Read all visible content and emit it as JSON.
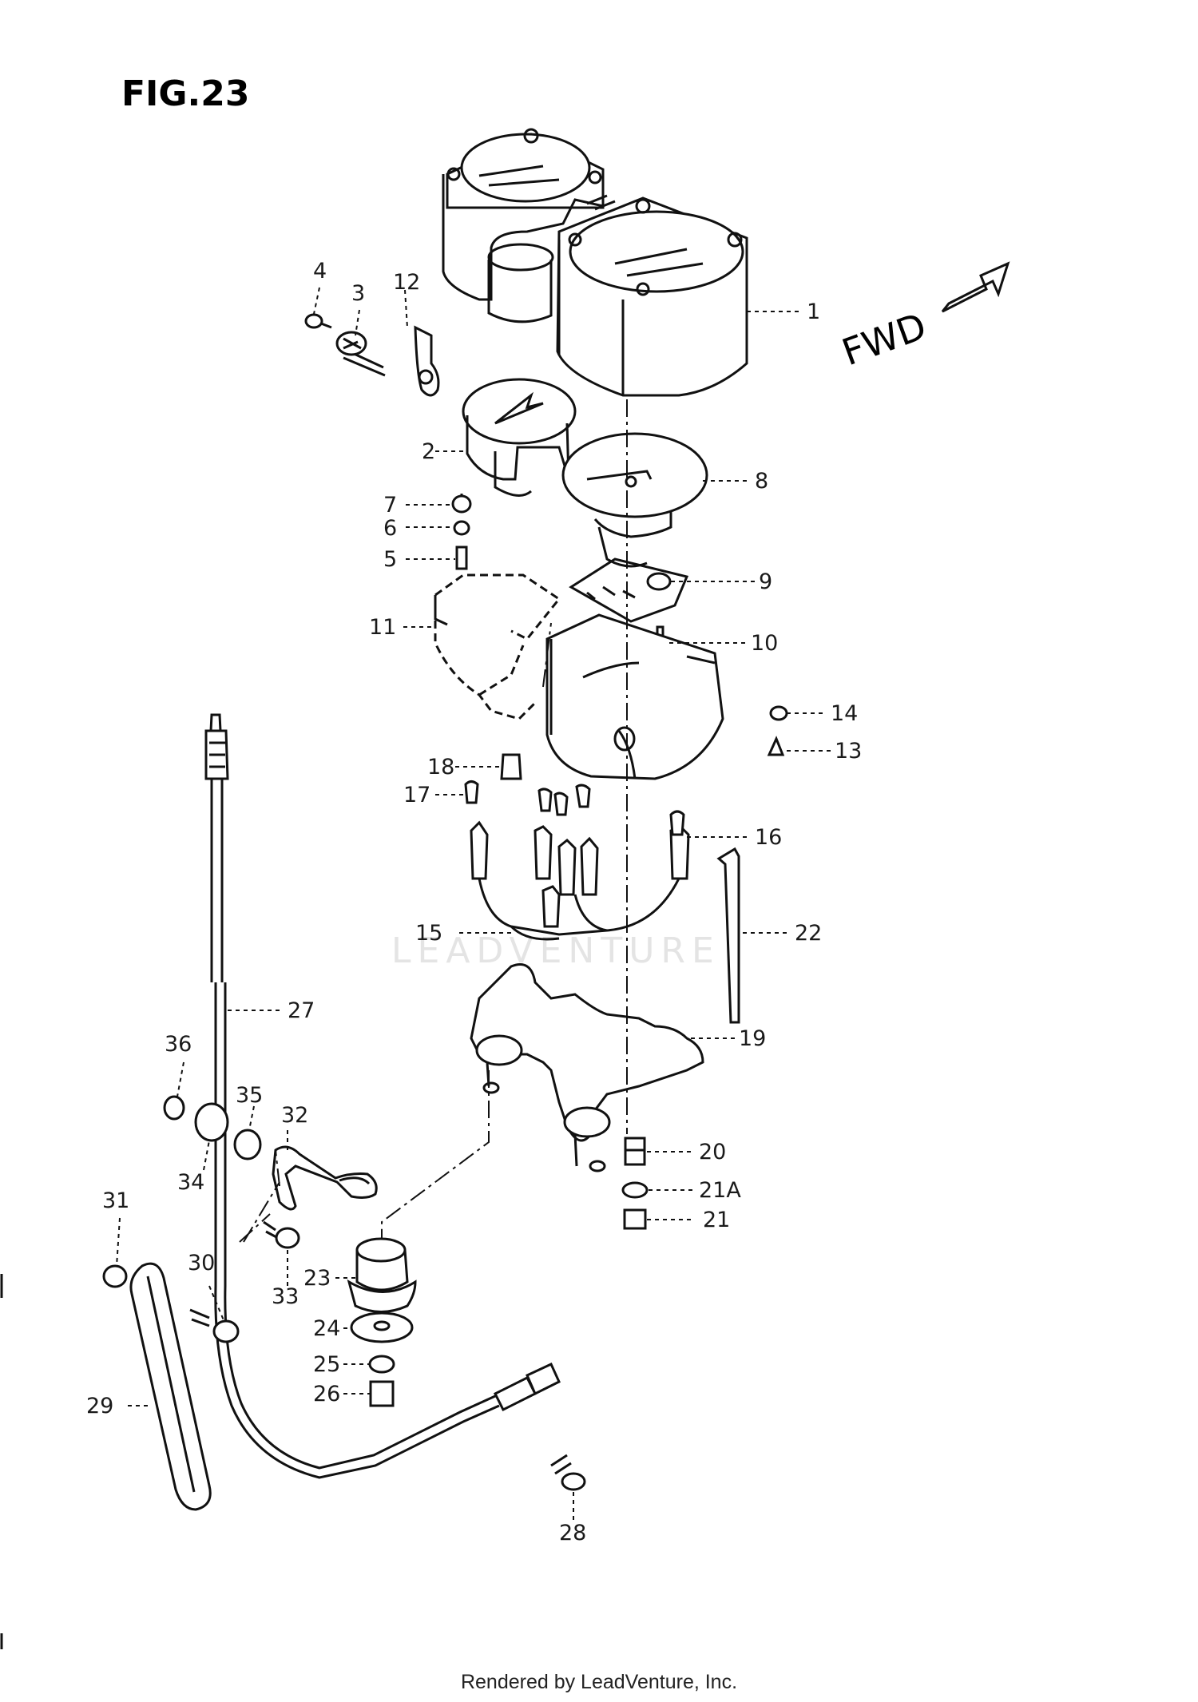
{
  "figure": {
    "title": "FIG.23",
    "direction_label": "FWD",
    "watermark": "LEADVENTURE",
    "footer": "Rendered by LeadVenture, Inc."
  },
  "callouts": [
    "1",
    "2",
    "3",
    "4",
    "5",
    "6",
    "7",
    "8",
    "9",
    "10",
    "11",
    "12",
    "13",
    "14",
    "15",
    "16",
    "17",
    "18",
    "19",
    "20",
    "21",
    "21A",
    "22",
    "23",
    "24",
    "25",
    "26",
    "27",
    "28",
    "29",
    "30",
    "31",
    "32",
    "33",
    "34",
    "35",
    "36"
  ],
  "colors": {
    "line": "#111111",
    "background": "#ffffff",
    "watermark": "#e4e4e4"
  },
  "icons": {
    "direction": "fwd-arrow-icon"
  }
}
